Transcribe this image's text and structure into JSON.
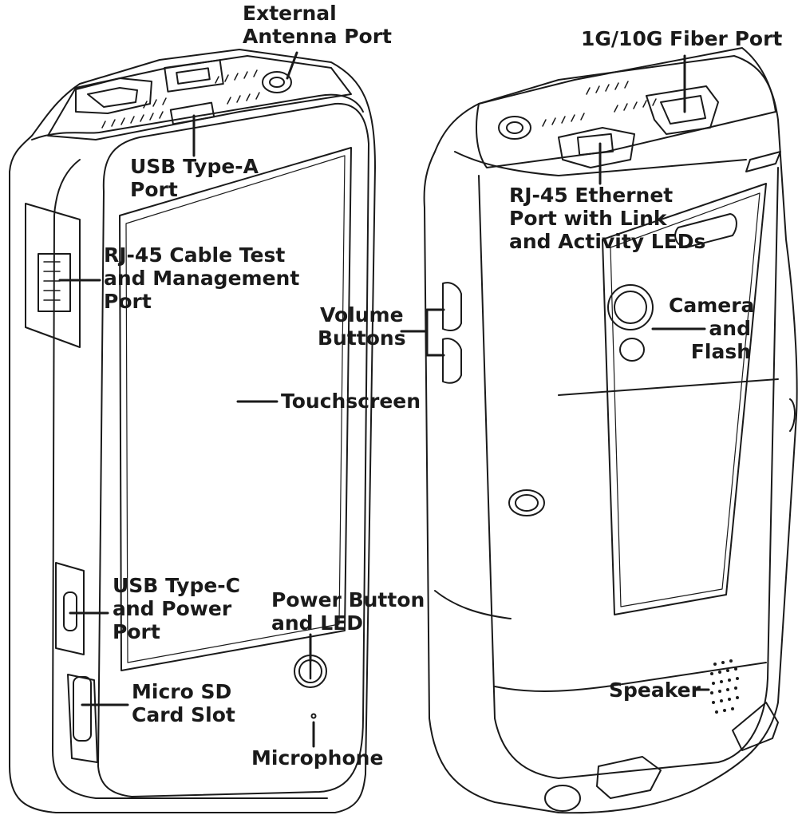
{
  "callouts": {
    "external_antenna_port": [
      "External",
      "Antenna Port"
    ],
    "usb_type_a_port": [
      "USB Type-A",
      "Port"
    ],
    "rj45_cable_test_port": [
      "RJ-45 Cable Test",
      "and Management",
      "Port"
    ],
    "touchscreen": [
      "Touchscreen"
    ],
    "usb_type_c_power_port": [
      "USB Type-C",
      "and Power",
      "Port"
    ],
    "micro_sd_card_slot": [
      "Micro SD",
      "Card Slot"
    ],
    "power_button_led": [
      "Power Button",
      "and LED"
    ],
    "microphone": [
      "Microphone"
    ],
    "fiber_port": [
      "1G/10G Fiber Port"
    ],
    "rj45_ethernet_port": [
      "RJ-45 Ethernet",
      "Port with Link",
      "and Activity LEDs"
    ],
    "volume_buttons": [
      "Volume",
      "Buttons"
    ],
    "camera_flash": [
      "Camera",
      "and",
      "Flash"
    ],
    "speaker": [
      "Speaker"
    ]
  },
  "colors": {
    "line": "#1a1a1a",
    "background": "#ffffff"
  }
}
